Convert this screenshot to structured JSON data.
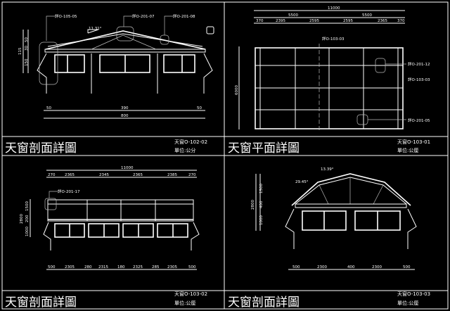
{
  "panels": [
    {
      "title": "天窗剖面詳圖",
      "code": "天窗O-102-02",
      "unit": "單位:公分",
      "callouts": [
        "詳O-105-05",
        "詳O-201-07",
        "詳O-201-08"
      ],
      "slope": "11.31°",
      "dims": {
        "v_total": "115",
        "v1": "50",
        "v2": "30",
        "v3": "150",
        "h_left": "50",
        "h_mid": "390",
        "h_right": "50",
        "h_total": "800"
      }
    },
    {
      "title": "天窗平面詳圖",
      "code": "天窗O-103-01",
      "unit": "單位:公厘",
      "callouts": [
        "詳O-103-03",
        "詳O-201-12",
        "詳O-103-03",
        "詳O-201-05"
      ],
      "dims": {
        "total": "11000",
        "half1": "5500",
        "half2": "5500",
        "segs": [
          "370",
          "2395",
          "2595",
          "2595",
          "2365",
          "370"
        ],
        "v_total": "6000"
      }
    },
    {
      "title": "天窗剖面詳圖",
      "code": "天窗O-103-02",
      "unit": "單位:公厘",
      "callouts": [
        "詳O-201-17"
      ],
      "dims": {
        "total": "11000",
        "top_segs": [
          "270",
          "2365",
          "2345",
          "2365",
          "2385",
          "270"
        ],
        "v_total": "2800",
        "v1": "1500",
        "v2": "200",
        "v3": "1000",
        "bottom_segs": [
          "500",
          "2305",
          "280",
          "2315",
          "180",
          "2325",
          "285",
          "2305",
          "500"
        ]
      }
    },
    {
      "title": "天窗剖面詳圖",
      "code": "天窗O-103-03",
      "unit": "單位:公厘",
      "angles": [
        "13.39°",
        "29.45°"
      ],
      "dims": {
        "v_total": "2800",
        "v1": "1500",
        "v2": "400",
        "v3": "1000",
        "bottom_segs": [
          "500",
          "2300",
          "400",
          "2300",
          "500"
        ]
      }
    }
  ]
}
